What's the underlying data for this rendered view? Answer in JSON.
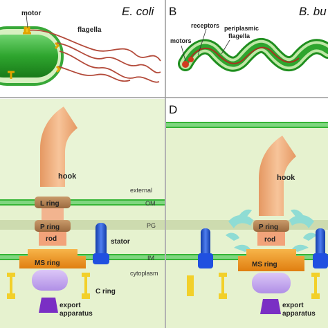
{
  "panels": {
    "a": {
      "title": "E. coli",
      "labels": {
        "motor": "motor",
        "flagella": "flagella"
      }
    },
    "b": {
      "letter": "B",
      "title": "B. bu",
      "labels": {
        "receptors": "receptors",
        "periplasmic": "periplasmic",
        "flagella": "flagella",
        "motors": "motors"
      }
    },
    "c": {
      "labels": {
        "hook": "hook",
        "external": "external",
        "om": "OM",
        "l_ring": "L ring",
        "p_ring": "P ring",
        "pg": "PG",
        "rod": "rod",
        "stator": "stator",
        "ms_ring": "MS ring",
        "im": "IM",
        "cytoplasm": "cytoplasm",
        "c_ring": "C ring",
        "export": "export",
        "apparatus": "apparatus"
      }
    },
    "d": {
      "letter": "D",
      "labels": {
        "hook": "hook",
        "p_ring": "P ring",
        "rod": "rod",
        "ms_ring": "MS ring",
        "export": "export",
        "apparatus": "apparatus"
      }
    }
  },
  "colors": {
    "membrane": "#2f9e2f",
    "periplasm": "#e3f1cc",
    "pg_band": "#c9d9ac",
    "hook": "#f2b07a",
    "ms_ring": "#f29a1f",
    "export": "#7a2fc4",
    "stator": "#1f4fd8",
    "c_ring": "#f2d02a",
    "cell": "#2ea52e"
  }
}
